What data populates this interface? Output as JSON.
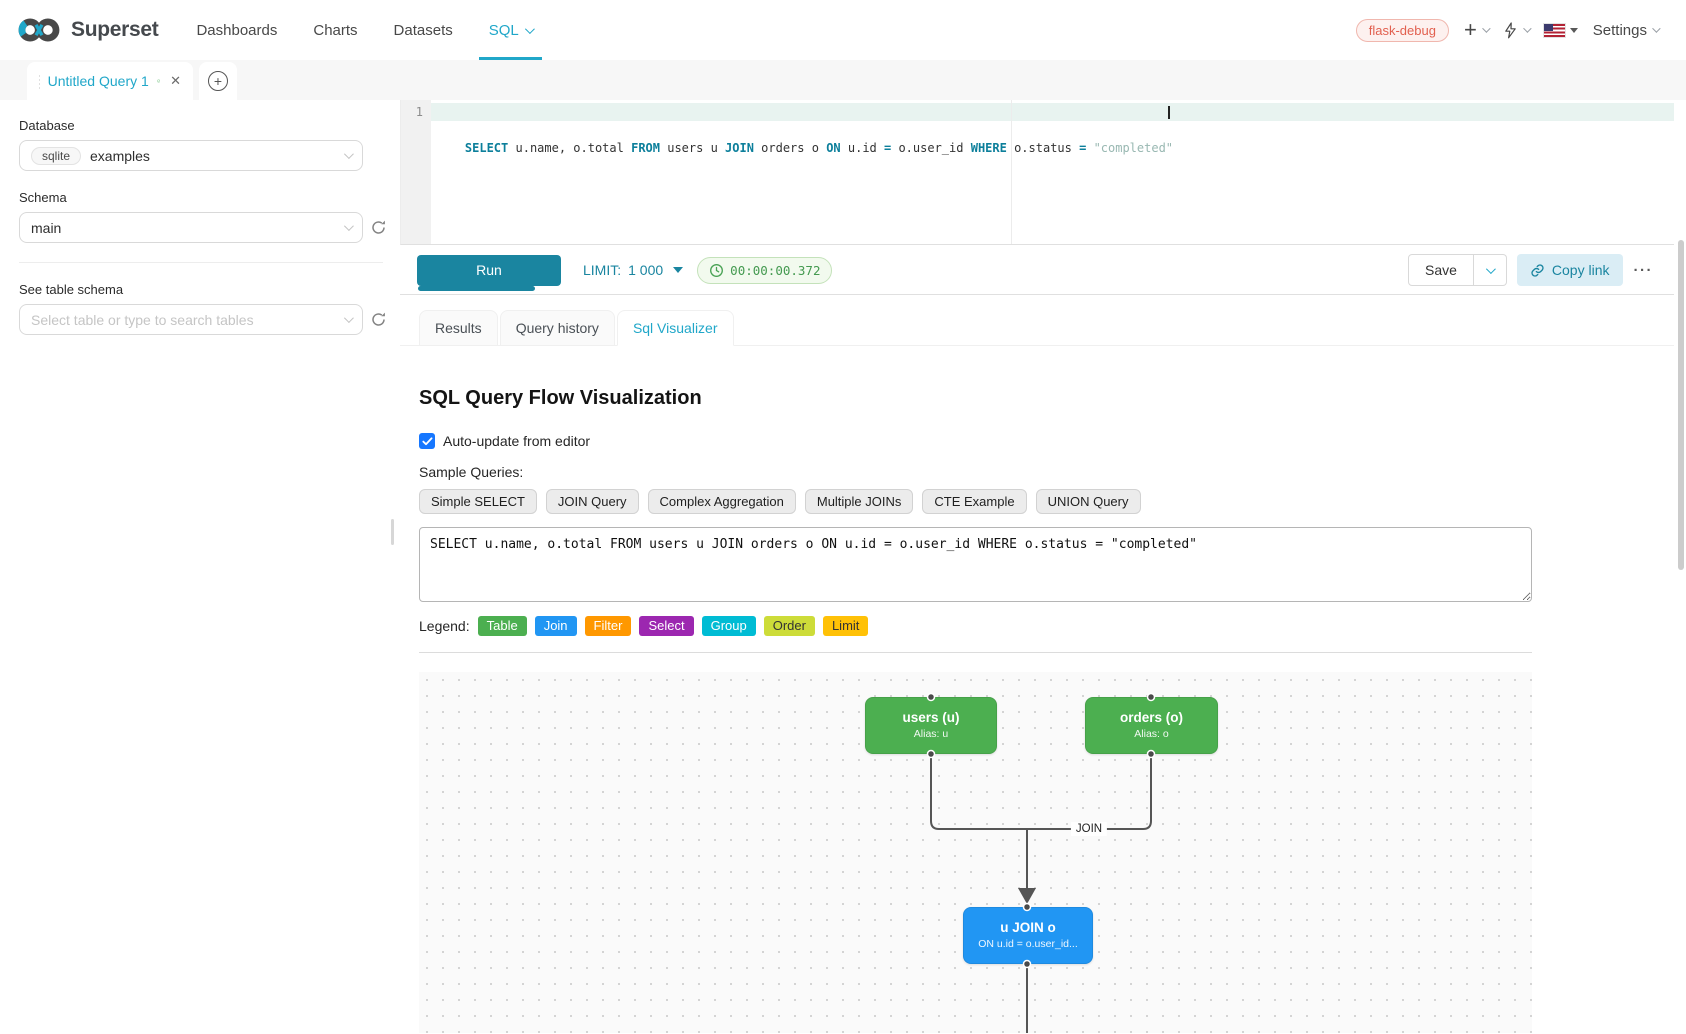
{
  "nav": {
    "brand": "Superset",
    "items": [
      {
        "label": "Dashboards",
        "cls": ""
      },
      {
        "label": "Charts",
        "cls": ""
      },
      {
        "label": "Datasets",
        "cls": ""
      },
      {
        "label": "SQL",
        "cls": "active has-caret"
      }
    ],
    "env_badge": "flask-debug",
    "settings_label": "Settings"
  },
  "icons": {
    "plus": "+",
    "add": "+",
    "close": "✕"
  },
  "tab_bar": {
    "active_tab": "Untitled Query 1"
  },
  "sidebar": {
    "database_label": "Database",
    "database_engine": "sqlite",
    "database_name": "examples",
    "schema_label": "Schema",
    "schema_value": "main",
    "table_label": "See table schema",
    "table_placeholder": "Select table or type to search tables"
  },
  "editor": {
    "line_number": "1",
    "tokens": [
      {
        "t": "SELECT",
        "c": "kw"
      },
      {
        "t": " u.name, o.total ",
        "c": "pl"
      },
      {
        "t": "FROM",
        "c": "kw"
      },
      {
        "t": " users u ",
        "c": "pl"
      },
      {
        "t": "JOIN",
        "c": "kw"
      },
      {
        "t": " orders o ",
        "c": "pl"
      },
      {
        "t": "ON",
        "c": "kw"
      },
      {
        "t": " u.id ",
        "c": "pl"
      },
      {
        "t": "=",
        "c": "kw"
      },
      {
        "t": " o.user_id ",
        "c": "pl"
      },
      {
        "t": "WHERE",
        "c": "kw"
      },
      {
        "t": " o.status ",
        "c": "pl"
      },
      {
        "t": "=",
        "c": "kw"
      },
      {
        "t": " ",
        "c": "pl"
      },
      {
        "t": "\"completed\"",
        "c": "str"
      }
    ]
  },
  "toolbar": {
    "run_label": "Run",
    "limit_label": "LIMIT:",
    "limit_value": "1 000",
    "timer": "00:00:00.372",
    "save_label": "Save",
    "copy_link_label": "Copy link",
    "more_label": "···"
  },
  "panel": {
    "tabs": [
      {
        "label": "Results",
        "cls": ""
      },
      {
        "label": "Query history",
        "cls": ""
      },
      {
        "label": "Sql Visualizer",
        "cls": "active"
      }
    ]
  },
  "visualizer": {
    "title": "SQL Query Flow Visualization",
    "auto_update_label": "Auto-update from editor",
    "auto_update_checked": true,
    "sample_label": "Sample Queries:",
    "sample_buttons": [
      "Simple SELECT",
      "JOIN Query",
      "Complex Aggregation",
      "Multiple JOINs",
      "CTE Example",
      "UNION Query"
    ],
    "query_text": "SELECT u.name, o.total FROM users u JOIN orders o ON u.id = o.user_id WHERE o.status = \"completed\"",
    "legend_label": "Legend:",
    "legend": [
      {
        "label": "Table",
        "bg": "#4caf50",
        "fg": "#ffffff"
      },
      {
        "label": "Join",
        "bg": "#2196f3",
        "fg": "#ffffff"
      },
      {
        "label": "Filter",
        "bg": "#ff9800",
        "fg": "#ffffff"
      },
      {
        "label": "Select",
        "bg": "#9c27b0",
        "fg": "#ffffff"
      },
      {
        "label": "Group",
        "bg": "#00bcd4",
        "fg": "#ffffff"
      },
      {
        "label": "Order",
        "bg": "#cddc39",
        "fg": "#333333"
      },
      {
        "label": "Limit",
        "bg": "#ffc107",
        "fg": "#333333"
      }
    ],
    "flow": {
      "nodes": [
        {
          "id": "users",
          "title": "users (u)",
          "subtitle": "Alias: u",
          "color": "#4caf50"
        },
        {
          "id": "orders",
          "title": "orders (o)",
          "subtitle": "Alias: o",
          "color": "#4caf50"
        },
        {
          "id": "join",
          "title": "u JOIN o",
          "subtitle": "ON u.id = o.user_id...",
          "color": "#2196f3"
        }
      ],
      "edge_label": "JOIN"
    }
  },
  "colors": {
    "accent": "#20a7c9",
    "run_button": "#1a85a0",
    "node_table": "#4caf50",
    "node_join": "#2196f3",
    "timer_green": "#449a50",
    "env_badge_red": "#e2604f"
  }
}
